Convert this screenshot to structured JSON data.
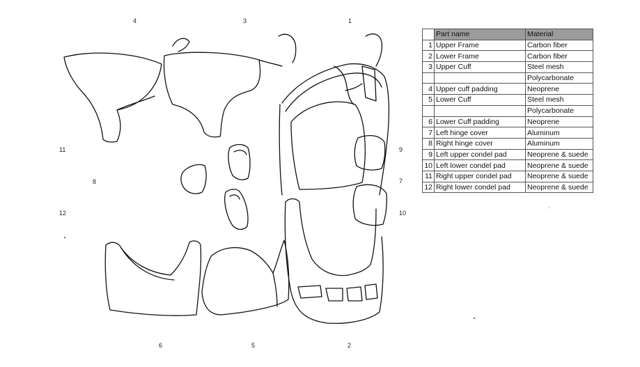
{
  "callouts": [
    "1",
    "2",
    "3",
    "4",
    "5",
    "6",
    "7",
    "8",
    "9",
    "10",
    "11",
    "12"
  ],
  "table": {
    "headers": [
      "",
      "Part name",
      "Material"
    ],
    "rows": [
      {
        "num": "1",
        "name": "Upper Frame",
        "material": "Carbon fiber"
      },
      {
        "num": "2",
        "name": "Lower Frame",
        "material": "Carbon fiber"
      },
      {
        "num": "3",
        "name": "Upper Cuff",
        "material": "Steel mesh"
      },
      {
        "num": "",
        "name": "",
        "material": "Polycarbonate"
      },
      {
        "num": "4",
        "name": "Upper cuff padding",
        "material": "Neoprene"
      },
      {
        "num": "5",
        "name": "Lower Cuff",
        "material": "Steel mesh"
      },
      {
        "num": "",
        "name": "",
        "material": "Polycarbonate"
      },
      {
        "num": "6",
        "name": "Lower Cuff padding",
        "material": "Neoprene"
      },
      {
        "num": "7",
        "name": "Left hinge cover",
        "material": "Aluminum"
      },
      {
        "num": "8",
        "name": "Right hinge cover",
        "material": "Aluminum"
      },
      {
        "num": "9",
        "name": "Left upper condel pad",
        "material": "Neoprene & suede"
      },
      {
        "num": "10",
        "name": "Left lower condel pad",
        "material": "Neoprene & suede"
      },
      {
        "num": "11",
        "name": "Right upper condel pad",
        "material": "Neoprene & suede"
      },
      {
        "num": "12",
        "name": "Right lower condel pad",
        "material": "Neoprene & suede"
      }
    ]
  }
}
